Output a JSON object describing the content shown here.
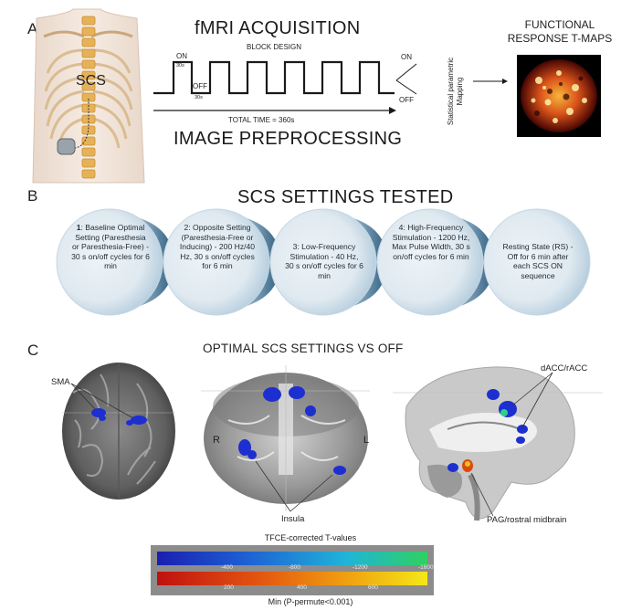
{
  "panel_a": {
    "letter": "A",
    "scs_label": "SCS",
    "title_acq": "fMRI ACQUISITION",
    "subtitle_block": "BLOCK DESIGN",
    "on_label": "ON",
    "off_label": "OFF",
    "on_duration": "30s",
    "off_duration": "30s",
    "total_time": "TOTAL TIME = 360s",
    "title_pre": "IMAGE PREPROCESSING",
    "branch_on": "ON",
    "branch_off": "OFF",
    "spm_line1": "Statistical parametric",
    "spm_line2": "Mapping",
    "maps_title_1": "FUNCTIONAL",
    "maps_title_2": "RESPONSE T-MAPS"
  },
  "panel_b": {
    "letter": "B",
    "title": "SCS SETTINGS TESTED",
    "steps": [
      {
        "bold": "1",
        "text": ": Baseline Optimal Setting (Paresthesia or Paresthesia-Free) - 30 s on/off cycles for 6 min"
      },
      {
        "bold": "",
        "text": "2: Opposite Setting (Paresthesia-Free or Inducing) - 200 Hz/40 Hz, 30 s on/off cycles for 6 min"
      },
      {
        "bold": "",
        "text": "3: Low-Frequency Stimulation - 40 Hz, 30 s on/off cycles for 6 min"
      },
      {
        "bold": "",
        "text": "4: High-Frequency Stimulation - 1200 Hz, Max Pulse Width, 30 s on/off cycles for 6 min"
      },
      {
        "bold": "",
        "text": "Resting State (RS) - Off for 6 min after each SCS ON sequence"
      }
    ]
  },
  "panel_c": {
    "letter": "C",
    "title": "OPTIMAL SCS SETTINGS VS OFF",
    "labels": {
      "sma": "SMA",
      "r": "R",
      "l": "L",
      "insula": "Insula",
      "dacc": "dACC/rACC",
      "pag": "PAG/rostral midbrain"
    },
    "colorbar_title": "TFCE-corrected T-values",
    "blue_ticks": [
      "-400",
      "-800",
      "-1200",
      "-1600"
    ],
    "red_ticks": [
      "200",
      "400",
      "600"
    ],
    "colorbar_caption": "Min (P-permute<0.001)"
  },
  "colors": {
    "circle_light": "#e3edf3",
    "circle_mid": "#a9c3d5",
    "circle_dark": "#3f6f8e",
    "colorbar_frame": "#8c8c8c",
    "blue_scale": [
      "#1a1fb0",
      "#1e64d4",
      "#20b4d8",
      "#30d060"
    ],
    "red_scale": [
      "#c01010",
      "#e45a10",
      "#f0a010",
      "#f4e818"
    ]
  }
}
